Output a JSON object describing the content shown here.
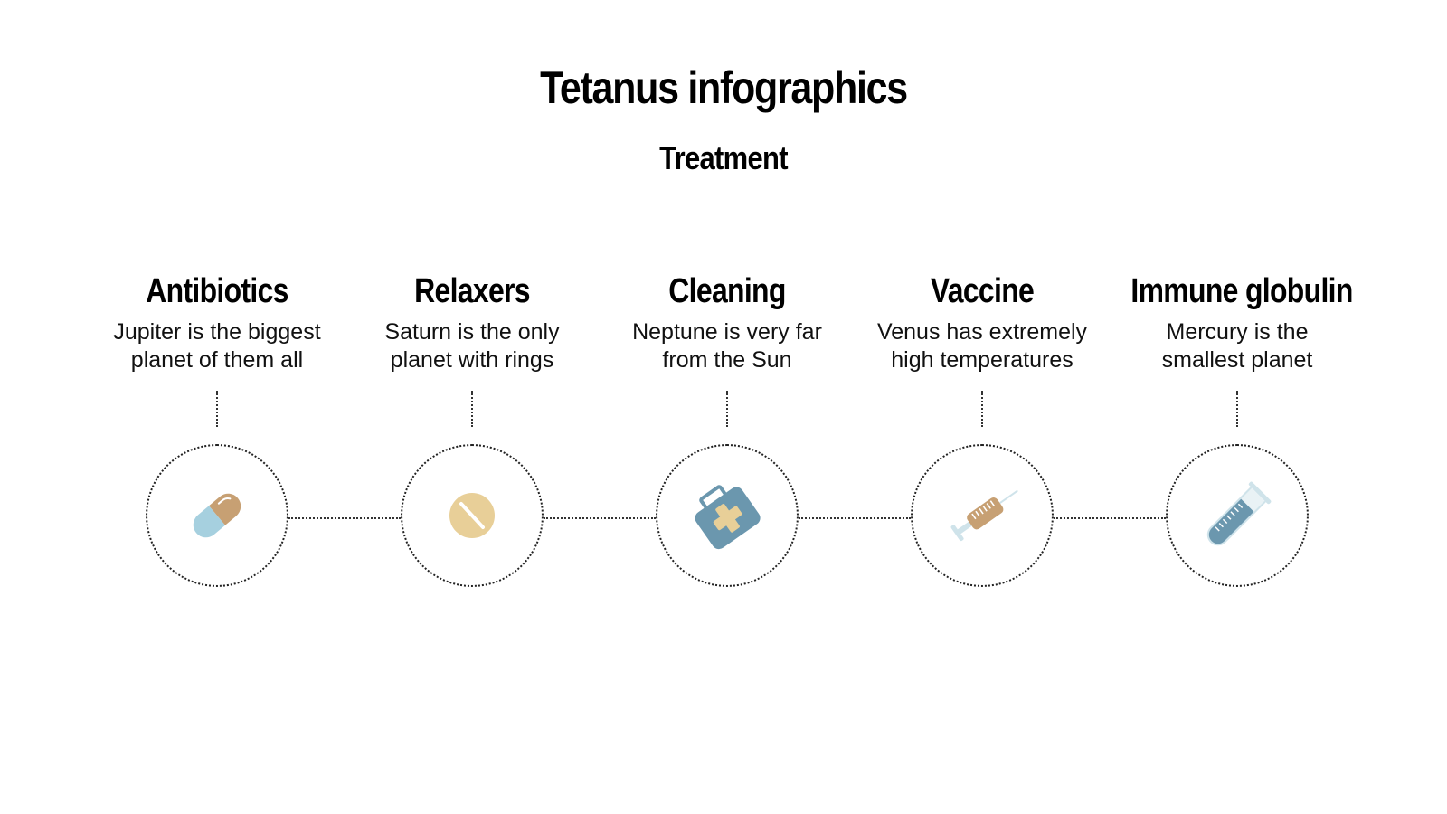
{
  "header": {
    "title": "Tetanus infographics",
    "subtitle": "Treatment"
  },
  "steps": [
    {
      "title": "Antibiotics",
      "line1": "Jupiter is the biggest",
      "line2": "planet of them all",
      "icon": "capsule-icon"
    },
    {
      "title": "Relaxers",
      "line1": "Saturn is the only",
      "line2": "planet with rings",
      "icon": "pill-tablet-icon"
    },
    {
      "title": "Cleaning",
      "line1": "Neptune is very far",
      "line2": "from the Sun",
      "icon": "first-aid-kit-icon"
    },
    {
      "title": "Vaccine",
      "line1": "Venus has extremely",
      "line2": "high temperatures",
      "icon": "syringe-icon"
    },
    {
      "title": "Immune globulin",
      "line1": "Mercury is the",
      "line2": "smallest planet",
      "icon": "test-tube-icon"
    }
  ],
  "colors": {
    "light_blue": "#a6d0df",
    "tan": "#c7a073",
    "sand": "#e8cf98",
    "steel_blue": "#6b97ae",
    "pale_blue": "#cfe3ea"
  }
}
